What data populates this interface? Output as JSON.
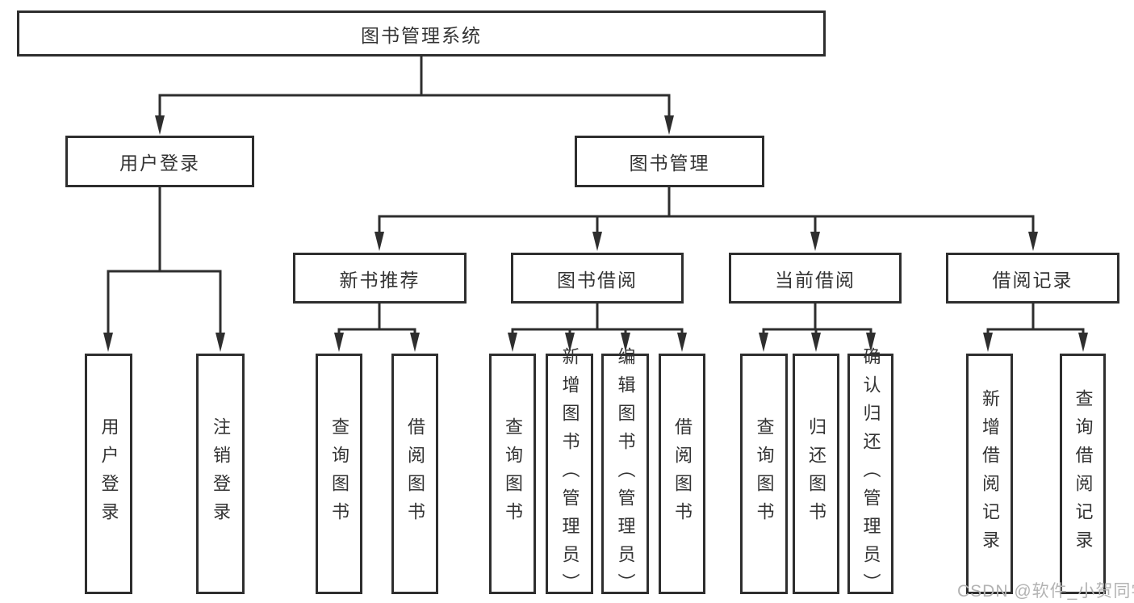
{
  "tree": {
    "label": "图书管理系统",
    "children": [
      {
        "label": "用户登录",
        "children": [
          {
            "label": "用户登录"
          },
          {
            "label": "注销登录"
          }
        ]
      },
      {
        "label": "图书管理",
        "children": [
          {
            "label": "新书推荐",
            "children": [
              {
                "label": "查询图书"
              },
              {
                "label": "借阅图书"
              }
            ]
          },
          {
            "label": "图书借阅",
            "children": [
              {
                "label": "查询图书"
              },
              {
                "label": "新增图书（管理员）"
              },
              {
                "label": "编辑图书（管理员）"
              },
              {
                "label": "借阅图书"
              }
            ]
          },
          {
            "label": "当前借阅",
            "children": [
              {
                "label": "查询图书"
              },
              {
                "label": "归还图书"
              },
              {
                "label": "确认归还（管理员）"
              }
            ]
          },
          {
            "label": "借阅记录",
            "children": [
              {
                "label": "新增借阅记录"
              },
              {
                "label": "查询借阅记录"
              }
            ]
          }
        ]
      }
    ]
  },
  "watermark": {
    "text": "CSDN @软件_小贺同学"
  },
  "colors": {
    "line": "#2e2e2e",
    "text": "#333333",
    "watermark": "#b3b3b3",
    "background": "#ffffff"
  }
}
